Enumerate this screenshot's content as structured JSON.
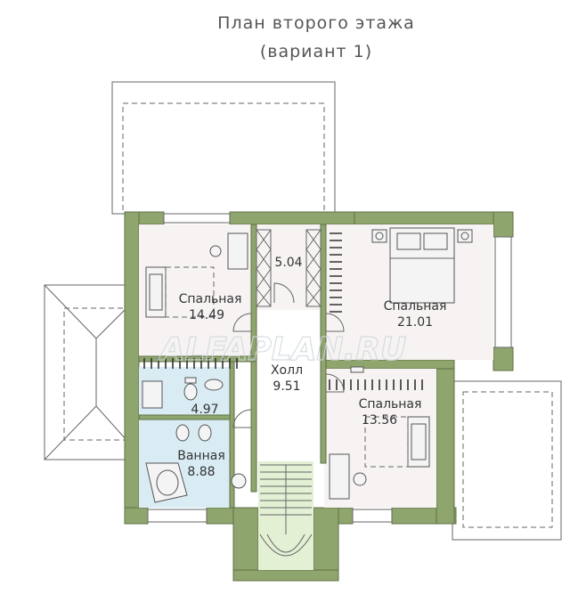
{
  "title": {
    "line1": "План второго этажа",
    "line2": "(вариант 1)"
  },
  "watermark": "ALFAPLAN.RU",
  "rooms": [
    {
      "name": "Спальная",
      "area": "14.49"
    },
    {
      "name": "",
      "area": "5.04"
    },
    {
      "name": "Спальная",
      "area": "21.01"
    },
    {
      "name": "Холл",
      "area": "9.51"
    },
    {
      "name": "",
      "area": "4.97"
    },
    {
      "name": "Спальная",
      "area": "13.56"
    },
    {
      "name": "Ванная",
      "area": "8.88"
    }
  ],
  "colors": {
    "wall": "#8fa56e",
    "room_floor": "#f7f3f3",
    "bath_floor": "#d9ecf4",
    "stair_floor": "#e3f0d4"
  }
}
